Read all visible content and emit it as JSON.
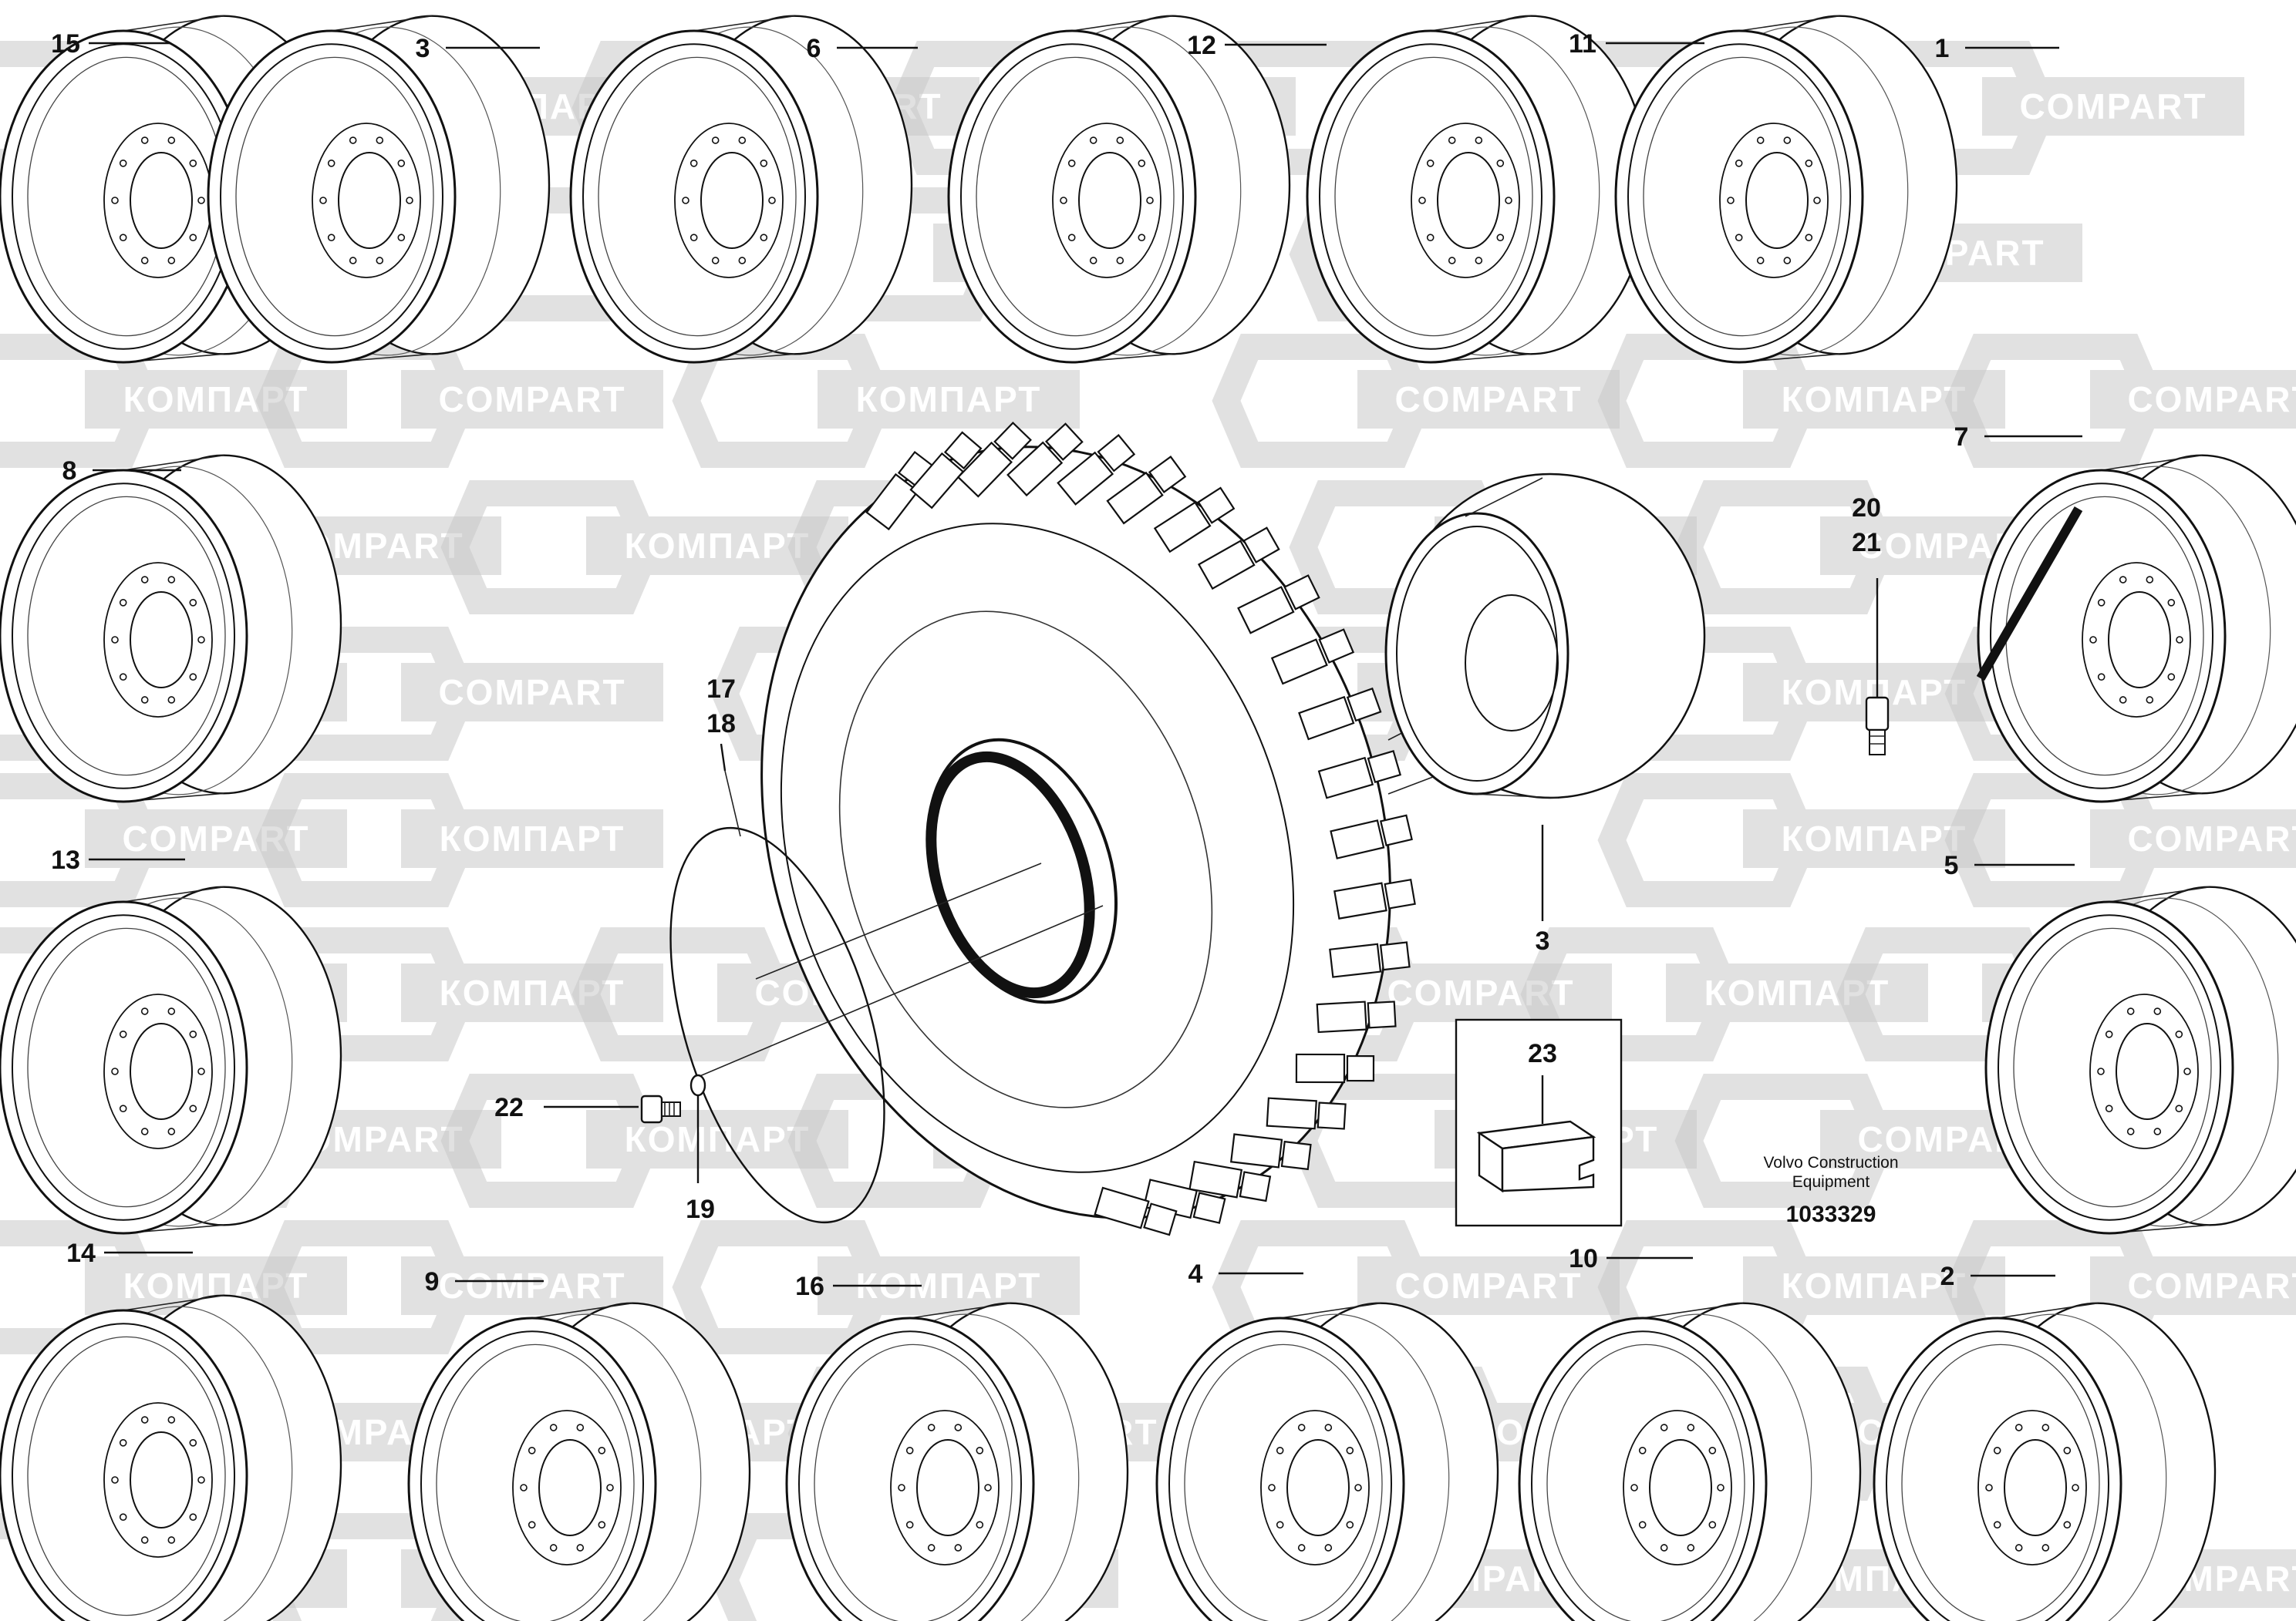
{
  "watermark": {
    "latin_text": "COMPART",
    "cyrillic_text": "КОМПАРТ",
    "color": "#c9c9c9"
  },
  "colors": {
    "ink": "#111111",
    "paper": "#ffffff"
  },
  "wheel_callouts": [
    "15",
    "3",
    "6",
    "12",
    "11",
    "1",
    "8",
    "7",
    "13",
    "5",
    "14",
    "9",
    "16",
    "4",
    "10",
    "2"
  ],
  "assembly": {
    "tire_icon": "tire-icon",
    "rim_callout": "3",
    "ring_callouts": [
      "17",
      "18"
    ],
    "screw_callout": "22",
    "washer_callout": "19",
    "valve_callouts": [
      "20",
      "21"
    ],
    "weight_callout": "23"
  },
  "caption": {
    "line1": "Volvo Construction",
    "line2": "Equipment",
    "doc_number": "1033329"
  }
}
